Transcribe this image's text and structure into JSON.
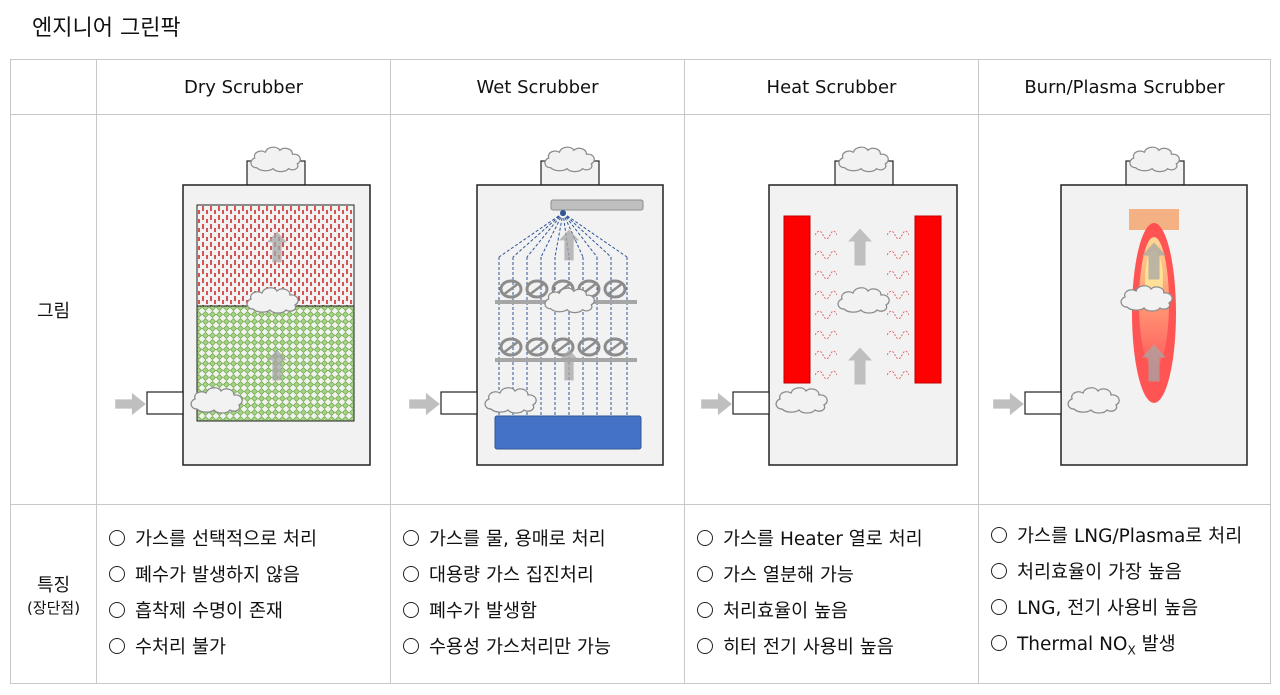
{
  "title": "엔지니어 그린팍",
  "row_labels": {
    "figure": "그림",
    "features": "특징",
    "features_sub": "(장단점)"
  },
  "columns": [
    {
      "header": "Dry Scrubber",
      "features": [
        "가스를 선택적으로 처리",
        "폐수가 발생하지 않음",
        "흡착제 수명이 존재",
        "수처리 불가"
      ]
    },
    {
      "header": "Wet Scrubber",
      "features": [
        "가스를 물, 용매로 처리",
        "대용량 가스 집진처리",
        "폐수가 발생함",
        "수용성 가스처리만 가능"
      ]
    },
    {
      "header": "Heat Scrubber",
      "features": [
        "가스를 Heater 열로 처리",
        "가스 열분해 가능",
        "처리효율이 높음",
        "히터 전기 사용비 높음"
      ]
    },
    {
      "header": "Burn/Plasma Scrubber",
      "features": [
        "가스를 LNG/Plasma로 처리",
        "처리효율이 가장 높음",
        "LNG, 전기 사용비 높음"
      ],
      "last_feature": {
        "prefix": "Thermal NO",
        "sub": "X",
        "suffix": " 발생"
      }
    }
  ],
  "colors": {
    "heater": "#ff0000",
    "water": "#4472c4",
    "spray": "#2f5597",
    "dry_top": "#c00000",
    "dry_bottom": "#70ad47",
    "burner": "#f4b183",
    "arrow": "#bfbfbf"
  }
}
